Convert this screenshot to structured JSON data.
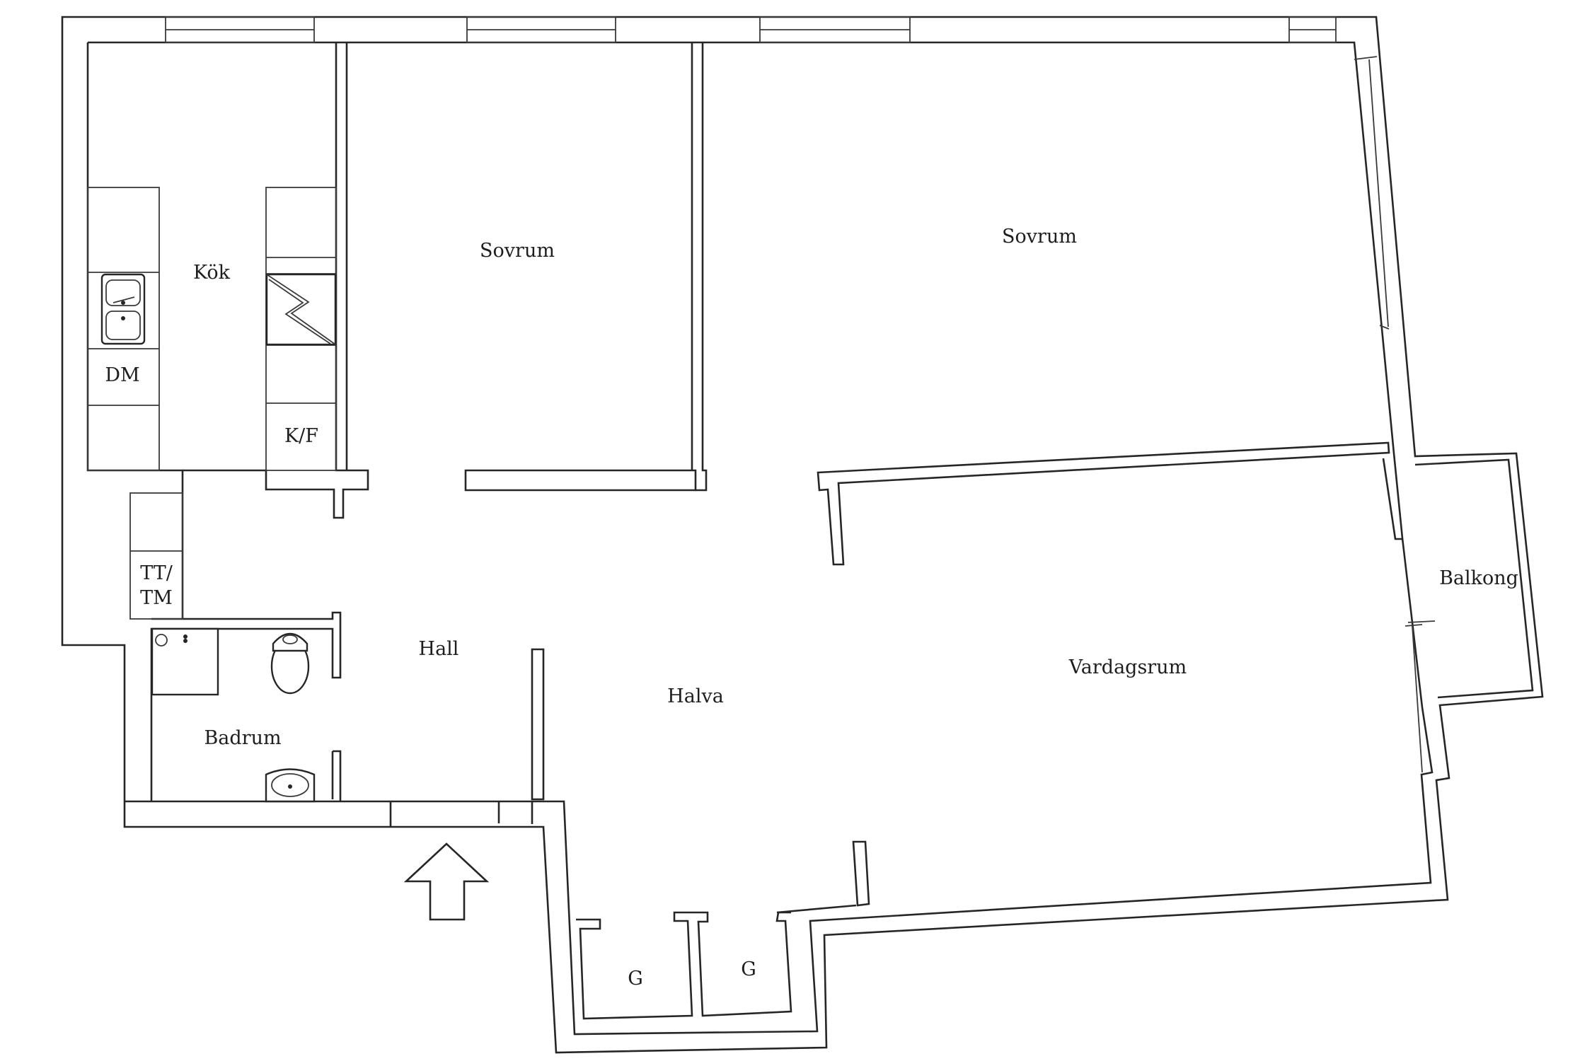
{
  "rooms": {
    "kitchen": "Kök",
    "bedroom1": "Sovrum",
    "bedroom2": "Sovrum",
    "hall": "Hall",
    "halva": "Halva",
    "living": "Vardagsrum",
    "bathroom": "Badrum",
    "balcony": "Balkong",
    "closet1": "G",
    "closet2": "G"
  },
  "appliances": {
    "dishwasher": "DM",
    "fridge_freezer": "K/F",
    "washer_dryer_line1": "TT/",
    "washer_dryer_line2": "TM"
  },
  "icons": {
    "entrance": "entrance-arrow-icon",
    "sink": "kitchen-sink-icon",
    "stove": "stove-icon",
    "toilet": "toilet-icon",
    "washbasin": "washbasin-icon",
    "shower": "shower-icon"
  },
  "colors": {
    "wall": "#262626",
    "background": "#ffffff"
  }
}
